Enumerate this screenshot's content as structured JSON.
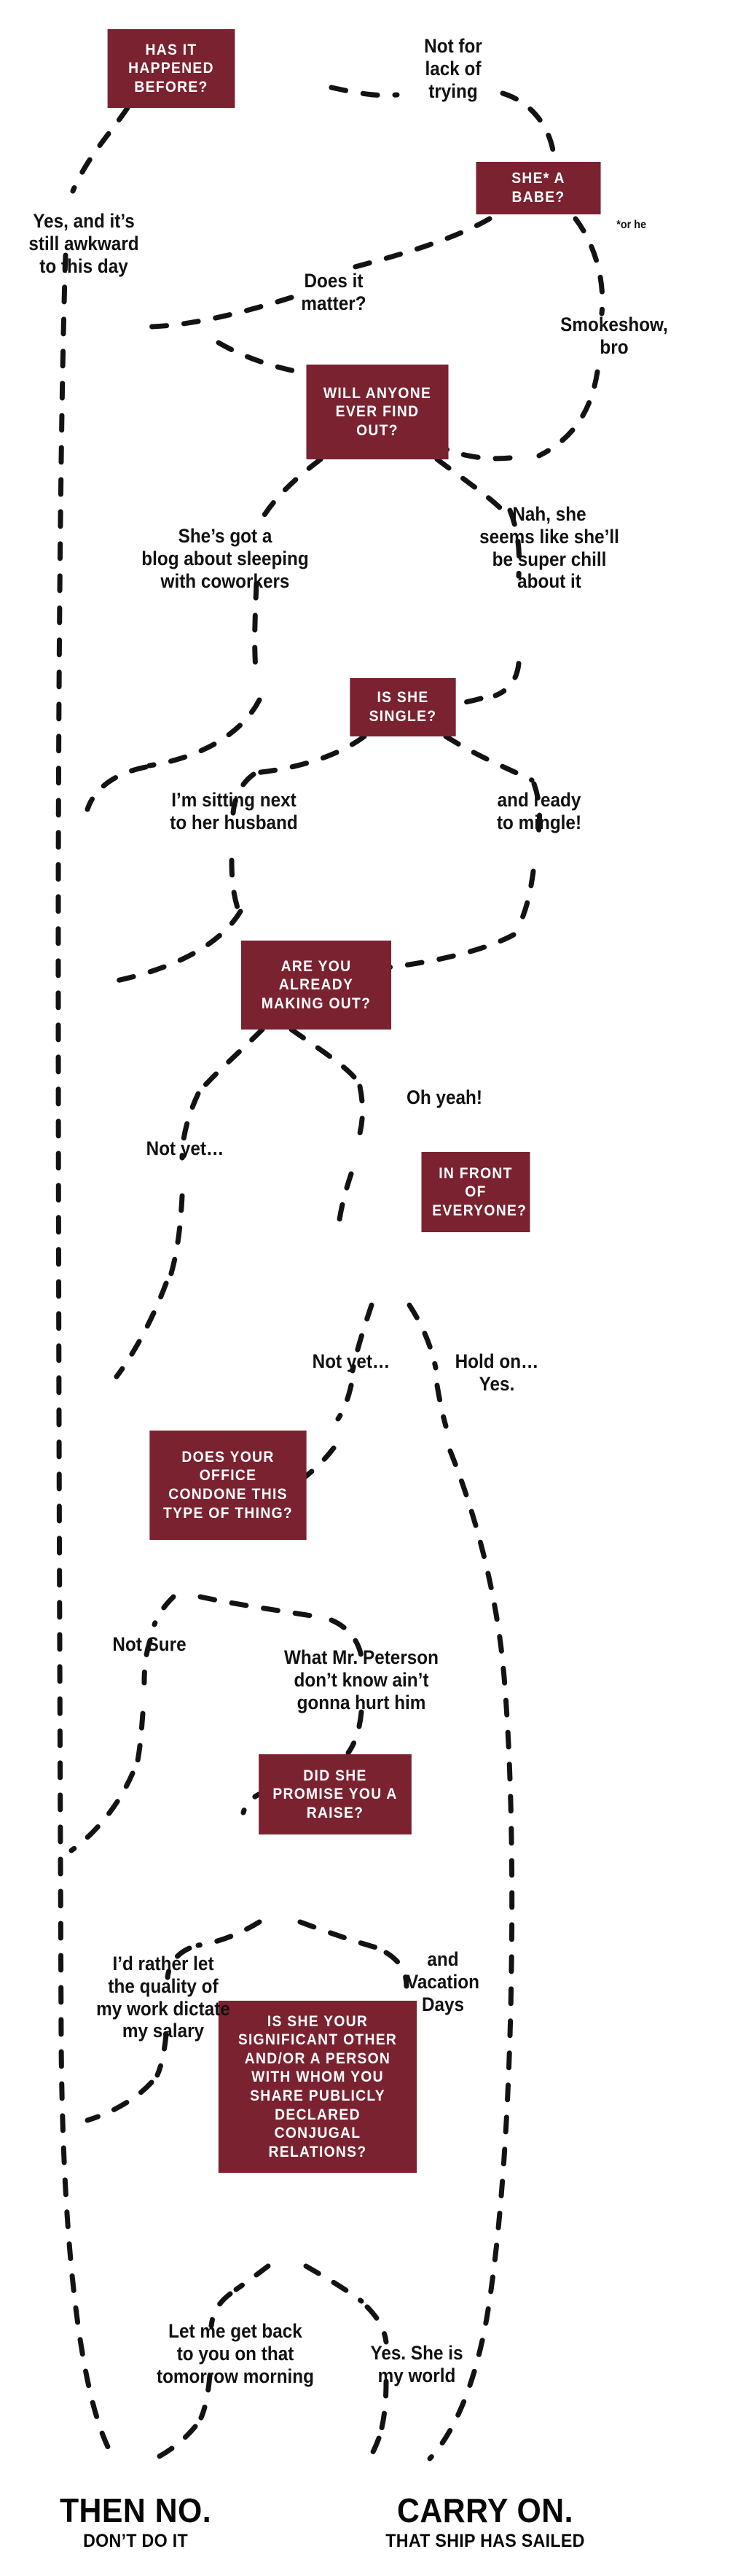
{
  "meta": {
    "title": "Should You Hook Up With Your Coworker? Flowchart",
    "box_color": "#7b2230",
    "text_color": "#ffffff",
    "label_color": "#111111",
    "background": "#ffffff",
    "line_style": "dashed"
  },
  "questions": [
    {
      "id": "q1",
      "text": "HAS IT HAPPENED BEFORE?"
    },
    {
      "id": "q2",
      "text": "SHE* A BABE?"
    },
    {
      "id": "q3",
      "text": "WILL ANYONE EVER FIND OUT?"
    },
    {
      "id": "q4",
      "text": "IS SHE SINGLE?"
    },
    {
      "id": "q5",
      "text": "ARE YOU ALREADY MAKING OUT?"
    },
    {
      "id": "q6",
      "text": "IN FRONT OF EVERYONE?"
    },
    {
      "id": "q7",
      "text": "DOES YOUR OFFICE CONDONE THIS TYPE OF THING?"
    },
    {
      "id": "q8",
      "text": "DID SHE PROMISE YOU A RAISE?"
    },
    {
      "id": "q9",
      "text": "IS SHE YOUR SIGNIFICANT OTHER AND/OR A PERSON WITH WHOM YOU SHARE PUBLICLY DECLARED CONJUGAL RELATIONS?"
    }
  ],
  "answers": [
    {
      "id": "a1_left",
      "from": "q1",
      "text": "Yes, and it’s\nstill awkward\nto this day"
    },
    {
      "id": "a1_right",
      "from": "q1",
      "text": "Not for\nlack of\ntrying"
    },
    {
      "id": "a2_left",
      "from": "q2",
      "text": "Does it\nmatter?"
    },
    {
      "id": "a2_right",
      "from": "q2",
      "text": "Smokeshow,\nbro"
    },
    {
      "id": "a3_left",
      "from": "q3",
      "text": "She’s got a\nblog about sleeping\nwith coworkers"
    },
    {
      "id": "a3_right",
      "from": "q3",
      "text": "Nah, she\nseems like she’ll\nbe super chill\nabout it"
    },
    {
      "id": "a4_left",
      "from": "q4",
      "text": "I’m sitting next\nto her husband"
    },
    {
      "id": "a4_right",
      "from": "q4",
      "text": "and ready\nto mingle!"
    },
    {
      "id": "a5_left",
      "from": "q5",
      "text": "Not yet…"
    },
    {
      "id": "a5_right",
      "from": "q5",
      "text": "Oh yeah!"
    },
    {
      "id": "a6_left",
      "from": "q6",
      "text": "Not yet…"
    },
    {
      "id": "a6_right",
      "from": "q6",
      "text": "Hold on…\nYes."
    },
    {
      "id": "a7_left",
      "from": "q7",
      "text": "Not Sure"
    },
    {
      "id": "a7_right",
      "from": "q7",
      "text": "What Mr. Peterson\ndon’t know ain’t\ngonna hurt him"
    },
    {
      "id": "a8_left",
      "from": "q8",
      "text": "I’d rather let\nthe quality of\nmy work dictate\nmy salary"
    },
    {
      "id": "a8_right",
      "from": "q8",
      "text": "and\nVacation\nDays"
    },
    {
      "id": "a9_left",
      "from": "q9",
      "text": "Let me get back\nto you on that\ntomorrow morning"
    },
    {
      "id": "a9_right",
      "from": "q9",
      "text": "Yes. She is\nmy world"
    }
  ],
  "footnote": {
    "text": "*or he"
  },
  "terminals": [
    {
      "id": "t_no",
      "headline": "THEN NO.",
      "subline": "DON’T DO IT"
    },
    {
      "id": "t_yes",
      "headline": "CARRY ON.",
      "subline": "THAT SHIP HAS SAILED"
    }
  ]
}
